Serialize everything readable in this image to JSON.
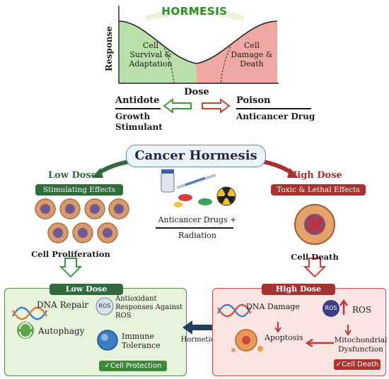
{
  "hormesis_chart": {
    "title": "HORMESIS",
    "y_axis_label": "Response",
    "x_axis_label": "Dose",
    "left_region_text": "Cell Survival & Adaptation",
    "right_region_text": "Cell Damage & Death",
    "left_label": "Antidote",
    "left_sublabel": "Growth Stimulant",
    "right_label": "Poison",
    "right_sublabel": "Anticancer Drug",
    "colors": {
      "green": "#3a9a3e",
      "red": "#d23a34",
      "left_fill": "#b9dfaa",
      "right_fill": "#f0a8a4"
    }
  },
  "cancer_hormesis": {
    "title": "Cancer Hormesis",
    "low_dose_label": "Low Dose",
    "high_dose_label": "High Dose",
    "stimulating_label": "Stimulating Effects",
    "toxic_label": "Toxic & Lethal Effects",
    "drugs_label": "Anticancer Drugs +",
    "radiation_label": "Radiation",
    "proliferation_label": "Cell Proliferation",
    "cell_death_label": "Cell Death"
  },
  "low_panel": {
    "title": "Low Dose",
    "dna_repair": "DNA Repair",
    "antioxidant": "Antioxidant Responses Against ROS",
    "autophagy": "Autophagy",
    "immune": "Immune Tolerance",
    "badge": "✓Cell Protection",
    "ros_icon_text": "ROS"
  },
  "center": {
    "hormetic_effect": "Hormetic Effect"
  },
  "high_panel": {
    "title": "High Dose",
    "dna_damage": "DNA Damage",
    "ros": "ROS",
    "ros_icon_text": "ROS",
    "apoptosis": "Apoptosis",
    "mito": "Mitochondrial Dysfunction",
    "badge": "✓Cell Death"
  }
}
